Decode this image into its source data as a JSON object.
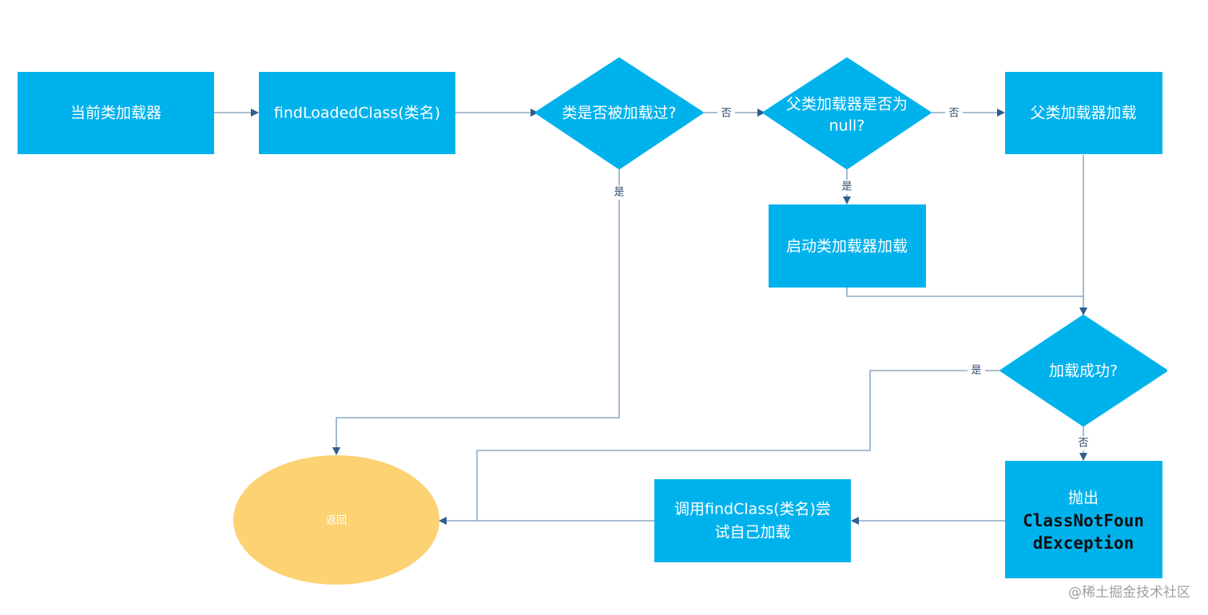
{
  "colors": {
    "process_fill": "#00b2ec",
    "terminal_fill": "#fcd272",
    "edge_stroke": "#8eaac6",
    "arrow_head": "#2e5e8e",
    "label_color": "#2e4b6e"
  },
  "nodes": {
    "current_loader": {
      "label": "当前类加载器"
    },
    "find_loaded_class": {
      "label": "findLoadedClass(类名)"
    },
    "is_loaded": {
      "label": "类是否被加载过?"
    },
    "parent_is_null": {
      "line1": "父类加载器是否为",
      "line2": "null?"
    },
    "parent_load": {
      "label": "父类加载器加载"
    },
    "bootstrap_load": {
      "label": "启动类加载器加载"
    },
    "load_success": {
      "label": "加载成功?"
    },
    "throw_exception": {
      "line1": "抛出",
      "line2": "ClassNotFoun",
      "line3": "dException"
    },
    "find_class_self": {
      "line1": "调用findClass(类名)尝",
      "line2": "试自己加载"
    },
    "return_node": {
      "label": "返回"
    }
  },
  "edge_labels": {
    "is_loaded_no": "否",
    "is_loaded_yes": "是",
    "parent_null_no": "否",
    "parent_null_yes": "是",
    "success_yes": "是",
    "success_no": "否"
  },
  "watermark": "@稀土掘金技术社区"
}
